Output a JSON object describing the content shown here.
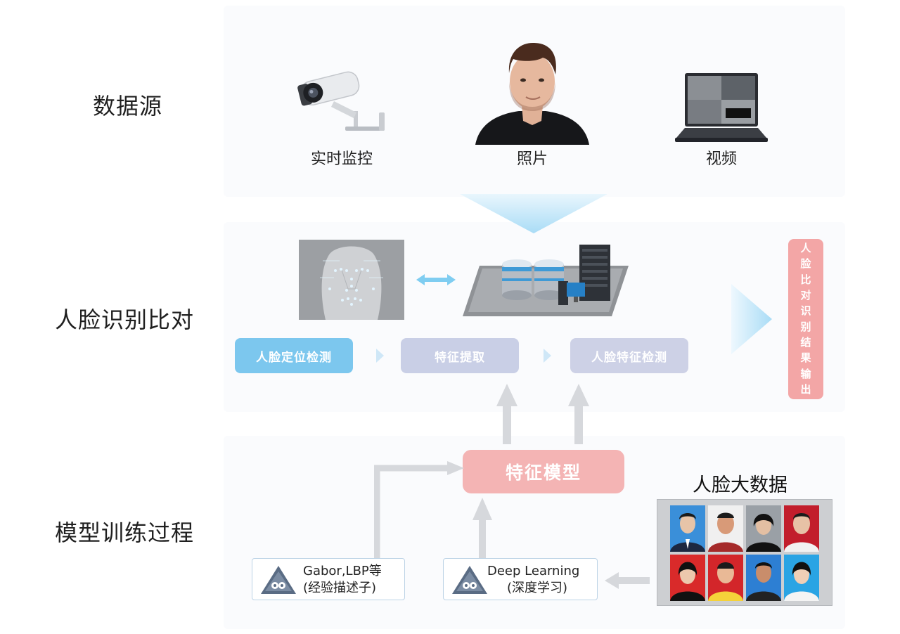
{
  "rows": {
    "source": "数据源",
    "recognition": "人脸识别比对",
    "training": "模型训练过程"
  },
  "sources": {
    "camera": "实时监控",
    "photo": "照片",
    "video": "视频"
  },
  "steps": {
    "detect": "人脸定位检测",
    "extract": "特征提取",
    "feature_detect": "人脸特征检测"
  },
  "output": {
    "label": "人脸比对识别结果输出",
    "chars": [
      "人",
      "脸",
      "比",
      "对",
      "识",
      "别",
      "结",
      "果",
      "输",
      "出"
    ]
  },
  "model": {
    "label": "特征模型"
  },
  "methods": {
    "gabor_line1": "Gabor,LBP等",
    "gabor_line2": "(经验描述子)",
    "deep_line1": "Deep Learning",
    "deep_line2": "(深度学习)"
  },
  "bigdata": {
    "label": "人脸大数据"
  },
  "colors": {
    "step_detect": "#7cc7ee",
    "step_extract": "#c9cfe6",
    "step_feature": "#cdd1e6",
    "output": "#f3a6a6",
    "model": "#f4b4b4",
    "arrow_blue": "#bfe3f8",
    "arrow_gray": "#d6d8dc"
  }
}
